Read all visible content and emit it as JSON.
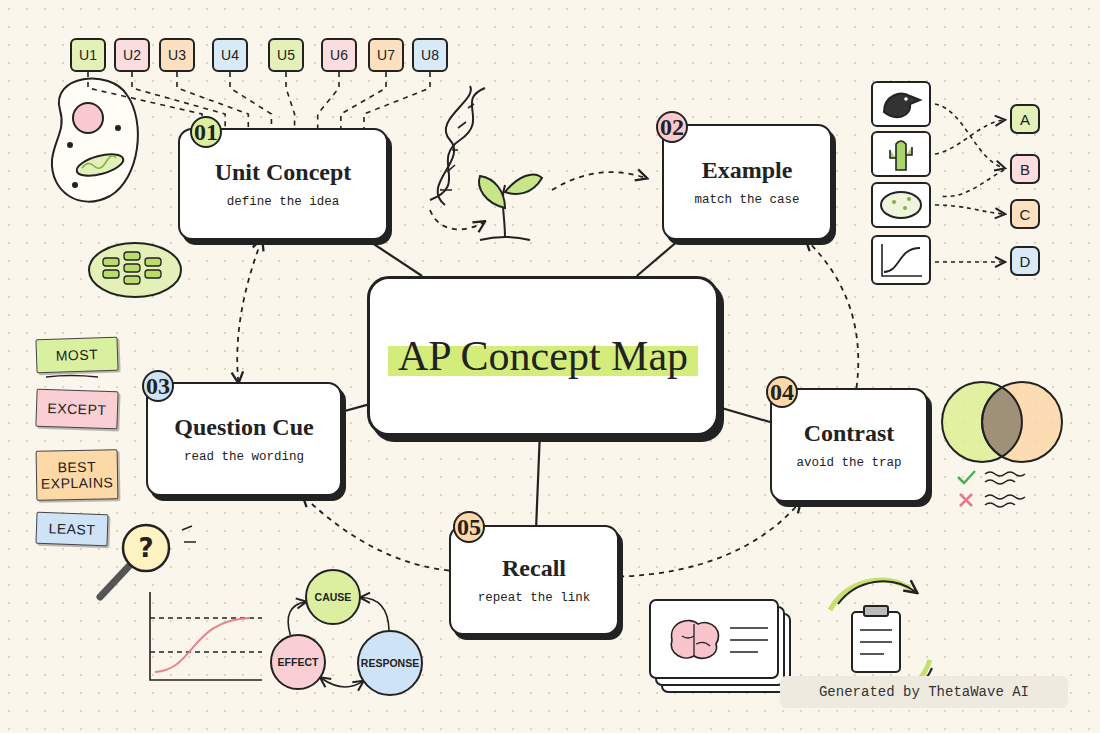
{
  "diagram": {
    "nodes": [
      {
        "text": [
          "U1"
        ]
      },
      {
        "text": [
          "U2"
        ]
      },
      {
        "text": [
          "U3"
        ]
      },
      {
        "text": [
          "U4"
        ]
      },
      {
        "text": [
          "U5"
        ]
      },
      {
        "text": [
          "U6"
        ]
      },
      {
        "text": [
          "U7"
        ]
      },
      {
        "text": [
          "U8"
        ]
      },
      {
        "text": [
          "Unit Concept",
          "define the idea"
        ]
      },
      {
        "text": [
          "01"
        ],
        "in": 8
      },
      {
        "text": [
          "Example",
          "match the case"
        ]
      },
      {
        "text": [
          "02"
        ],
        "in": 10
      },
      {
        "text": [
          "A"
        ]
      },
      {
        "text": [
          "B"
        ]
      },
      {
        "text": [
          "C"
        ]
      },
      {
        "text": [
          "D"
        ]
      },
      {
        "text": [
          "AP Concept Map"
        ]
      },
      {
        "text": [
          "MOST"
        ]
      },
      {
        "text": [
          "EXCEPT"
        ]
      },
      {
        "text": [
          "BEST EXPLAINS"
        ]
      },
      {
        "text": [
          "Question Cue",
          "read the wording"
        ]
      },
      {
        "text": [
          "03"
        ],
        "in": 20
      },
      {
        "text": [
          "Contrast",
          "avoid the trap"
        ]
      },
      {
        "text": [
          "04"
        ],
        "in": 22
      },
      {
        "text": [
          "LEAST"
        ]
      },
      {
        "text": [
          "Recall",
          "repeat the link"
        ]
      },
      {
        "text": [
          "05"
        ],
        "in": 25
      },
      {
        "text": [
          "CAUSE"
        ]
      },
      {
        "text": [
          "EFFECT"
        ]
      },
      {
        "text": [
          "RESPONSE"
        ]
      }
    ],
    "edges": [
      {
        "from": 0,
        "to": 8,
        "arrow": "none"
      },
      {
        "from": 1,
        "to": 8,
        "arrow": "none"
      },
      {
        "from": 2,
        "to": 8,
        "arrow": "none"
      },
      {
        "from": 3,
        "to": 8,
        "arrow": "none"
      },
      {
        "from": 4,
        "to": 8,
        "arrow": "none"
      },
      {
        "from": 5,
        "to": 8,
        "arrow": "none"
      },
      {
        "from": 6,
        "to": 8,
        "arrow": "none"
      },
      {
        "from": 7,
        "to": 8,
        "arrow": "none"
      },
      {
        "from": 16,
        "to": 8,
        "arrow": "none"
      },
      {
        "from": 16,
        "to": 10,
        "arrow": "none"
      },
      {
        "from": 16,
        "to": 20,
        "arrow": "none"
      },
      {
        "from": 16,
        "to": 22,
        "arrow": "none"
      },
      {
        "from": 16,
        "to": 25,
        "arrow": "none"
      },
      {
        "from": 8,
        "to": 20,
        "arrow": "both"
      },
      {
        "from": 22,
        "to": 10,
        "arrow": "to"
      },
      {
        "from": 25,
        "to": 20,
        "arrow": "to"
      },
      {
        "from": 25,
        "to": 22,
        "arrow": "to"
      },
      {
        "from": 28,
        "to": 27,
        "arrow": "to"
      },
      {
        "from": 29,
        "to": 27,
        "arrow": "to"
      },
      {
        "from": 28,
        "to": 29,
        "arrow": "both"
      }
    ],
    "labels": [
      "?",
      "Generated by ThetaWave AI"
    ]
  }
}
